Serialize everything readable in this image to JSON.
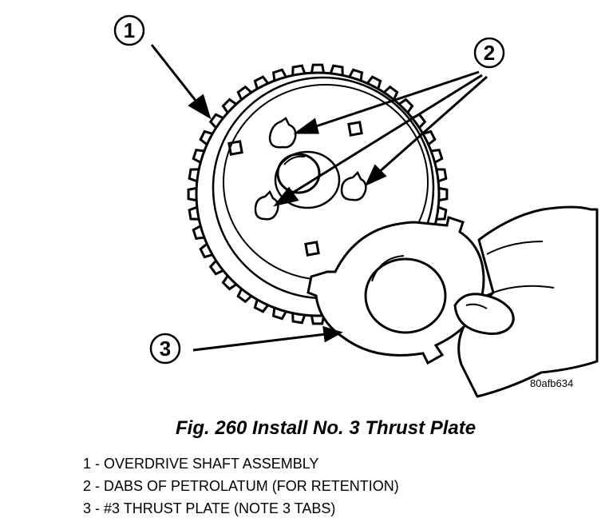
{
  "figure": {
    "callouts": [
      {
        "number": "1"
      },
      {
        "number": "2"
      },
      {
        "number": "3"
      }
    ],
    "figure_id": "80afb634",
    "caption": "Fig. 260 Install No. 3 Thrust Plate"
  },
  "legend": {
    "items": [
      {
        "text": "1 - OVERDRIVE SHAFT ASSEMBLY"
      },
      {
        "text": "2 - DABS OF PETROLATUM (FOR RETENTION)"
      },
      {
        "text": "3 - #3 THRUST PLATE (NOTE 3 TABS)"
      }
    ]
  }
}
